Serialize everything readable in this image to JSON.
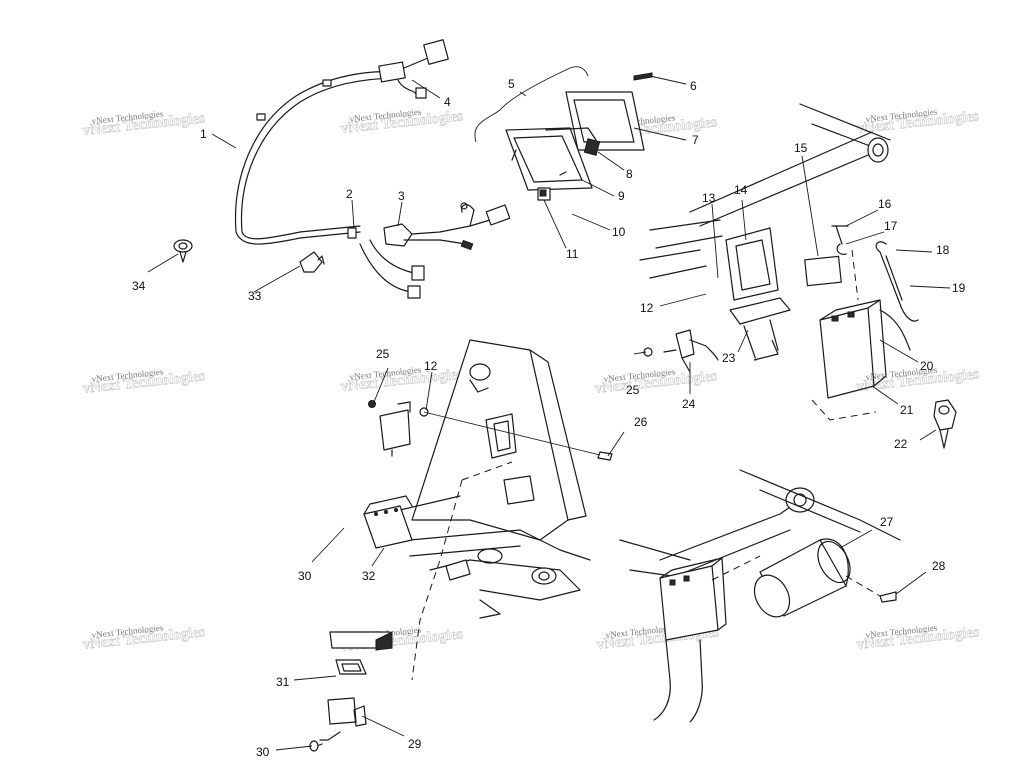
{
  "watermark": {
    "text": "vNext Technologies"
  },
  "callouts": {
    "c1": "1",
    "c2": "2",
    "c3": "3",
    "c4": "4",
    "c5": "5",
    "c6": "6",
    "c7": "7",
    "c8": "8",
    "c9": "9",
    "c10": "10",
    "c11": "11",
    "c12a": "12",
    "c12b": "12",
    "c13": "13",
    "c14": "14",
    "c15": "15",
    "c16": "16",
    "c17": "17",
    "c18": "18",
    "c19": "19",
    "c20": "20",
    "c21": "21",
    "c22": "22",
    "c23": "23",
    "c24": "24",
    "c25a": "25",
    "c25b": "25",
    "c26": "26",
    "c27": "27",
    "c28": "28",
    "c29": "29",
    "c30a": "30",
    "c30b": "30",
    "c31": "31",
    "c32": "32",
    "c33": "33",
    "c34": "34"
  }
}
